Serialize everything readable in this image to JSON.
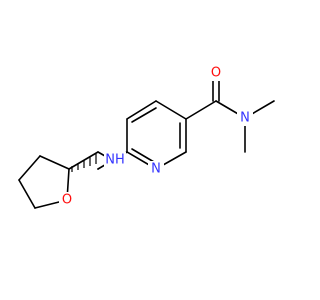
{
  "molecule": {
    "colors": {
      "bond": "#000000",
      "nitrogen": "#3333ff",
      "oxygen": "#ff0d0d",
      "background": "#ffffff"
    },
    "atoms": {
      "amide_oxygen": {
        "symbol": "O",
        "element": "oxygen"
      },
      "amide_nitrogen": {
        "symbol": "N",
        "element": "nitrogen"
      },
      "pyridine_nitrogen": {
        "symbol": "N",
        "element": "nitrogen"
      },
      "amine_nh": {
        "symbol": "NH",
        "element": "nitrogen"
      },
      "ring_oxygen": {
        "symbol": "O",
        "element": "oxygen"
      }
    }
  }
}
